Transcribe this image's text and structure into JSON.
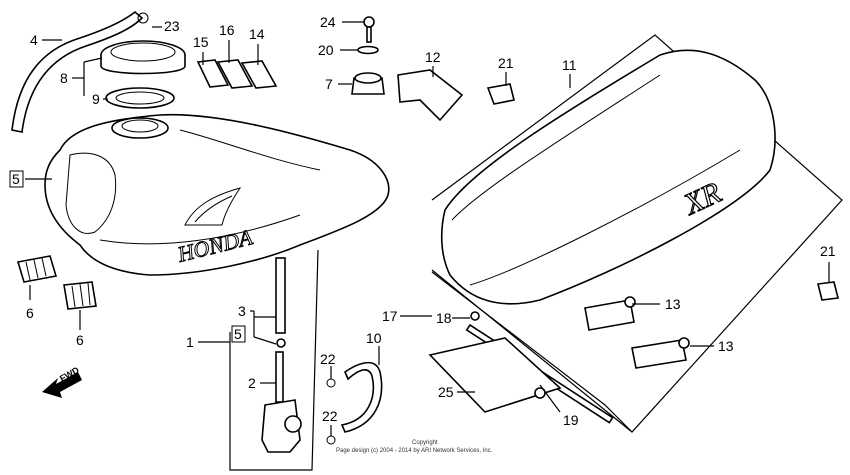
{
  "callouts": {
    "c1": "1",
    "c2": "2",
    "c3": "3",
    "c4": "4",
    "c5a": "5",
    "c5b": "5",
    "c6a": "6",
    "c6b": "6",
    "c7": "7",
    "c8": "8",
    "c9": "9",
    "c10": "10",
    "c11": "11",
    "c12": "12",
    "c13a": "13",
    "c13b": "13",
    "c14": "14",
    "c15": "15",
    "c16": "16",
    "c17": "17",
    "c18": "18",
    "c19": "19",
    "c20": "20",
    "c21a": "21",
    "c21b": "21",
    "c22a": "22",
    "c22b": "22",
    "c23": "23",
    "c24": "24",
    "c25": "25"
  },
  "brand": {
    "tank_logo": "HONDA",
    "seat_logo": "XR"
  },
  "fwd_label": "FWD",
  "copyright": {
    "line1": "Copyright",
    "line2": "Page design (c) 2004 - 2014 by ARI Network Services, Inc."
  }
}
